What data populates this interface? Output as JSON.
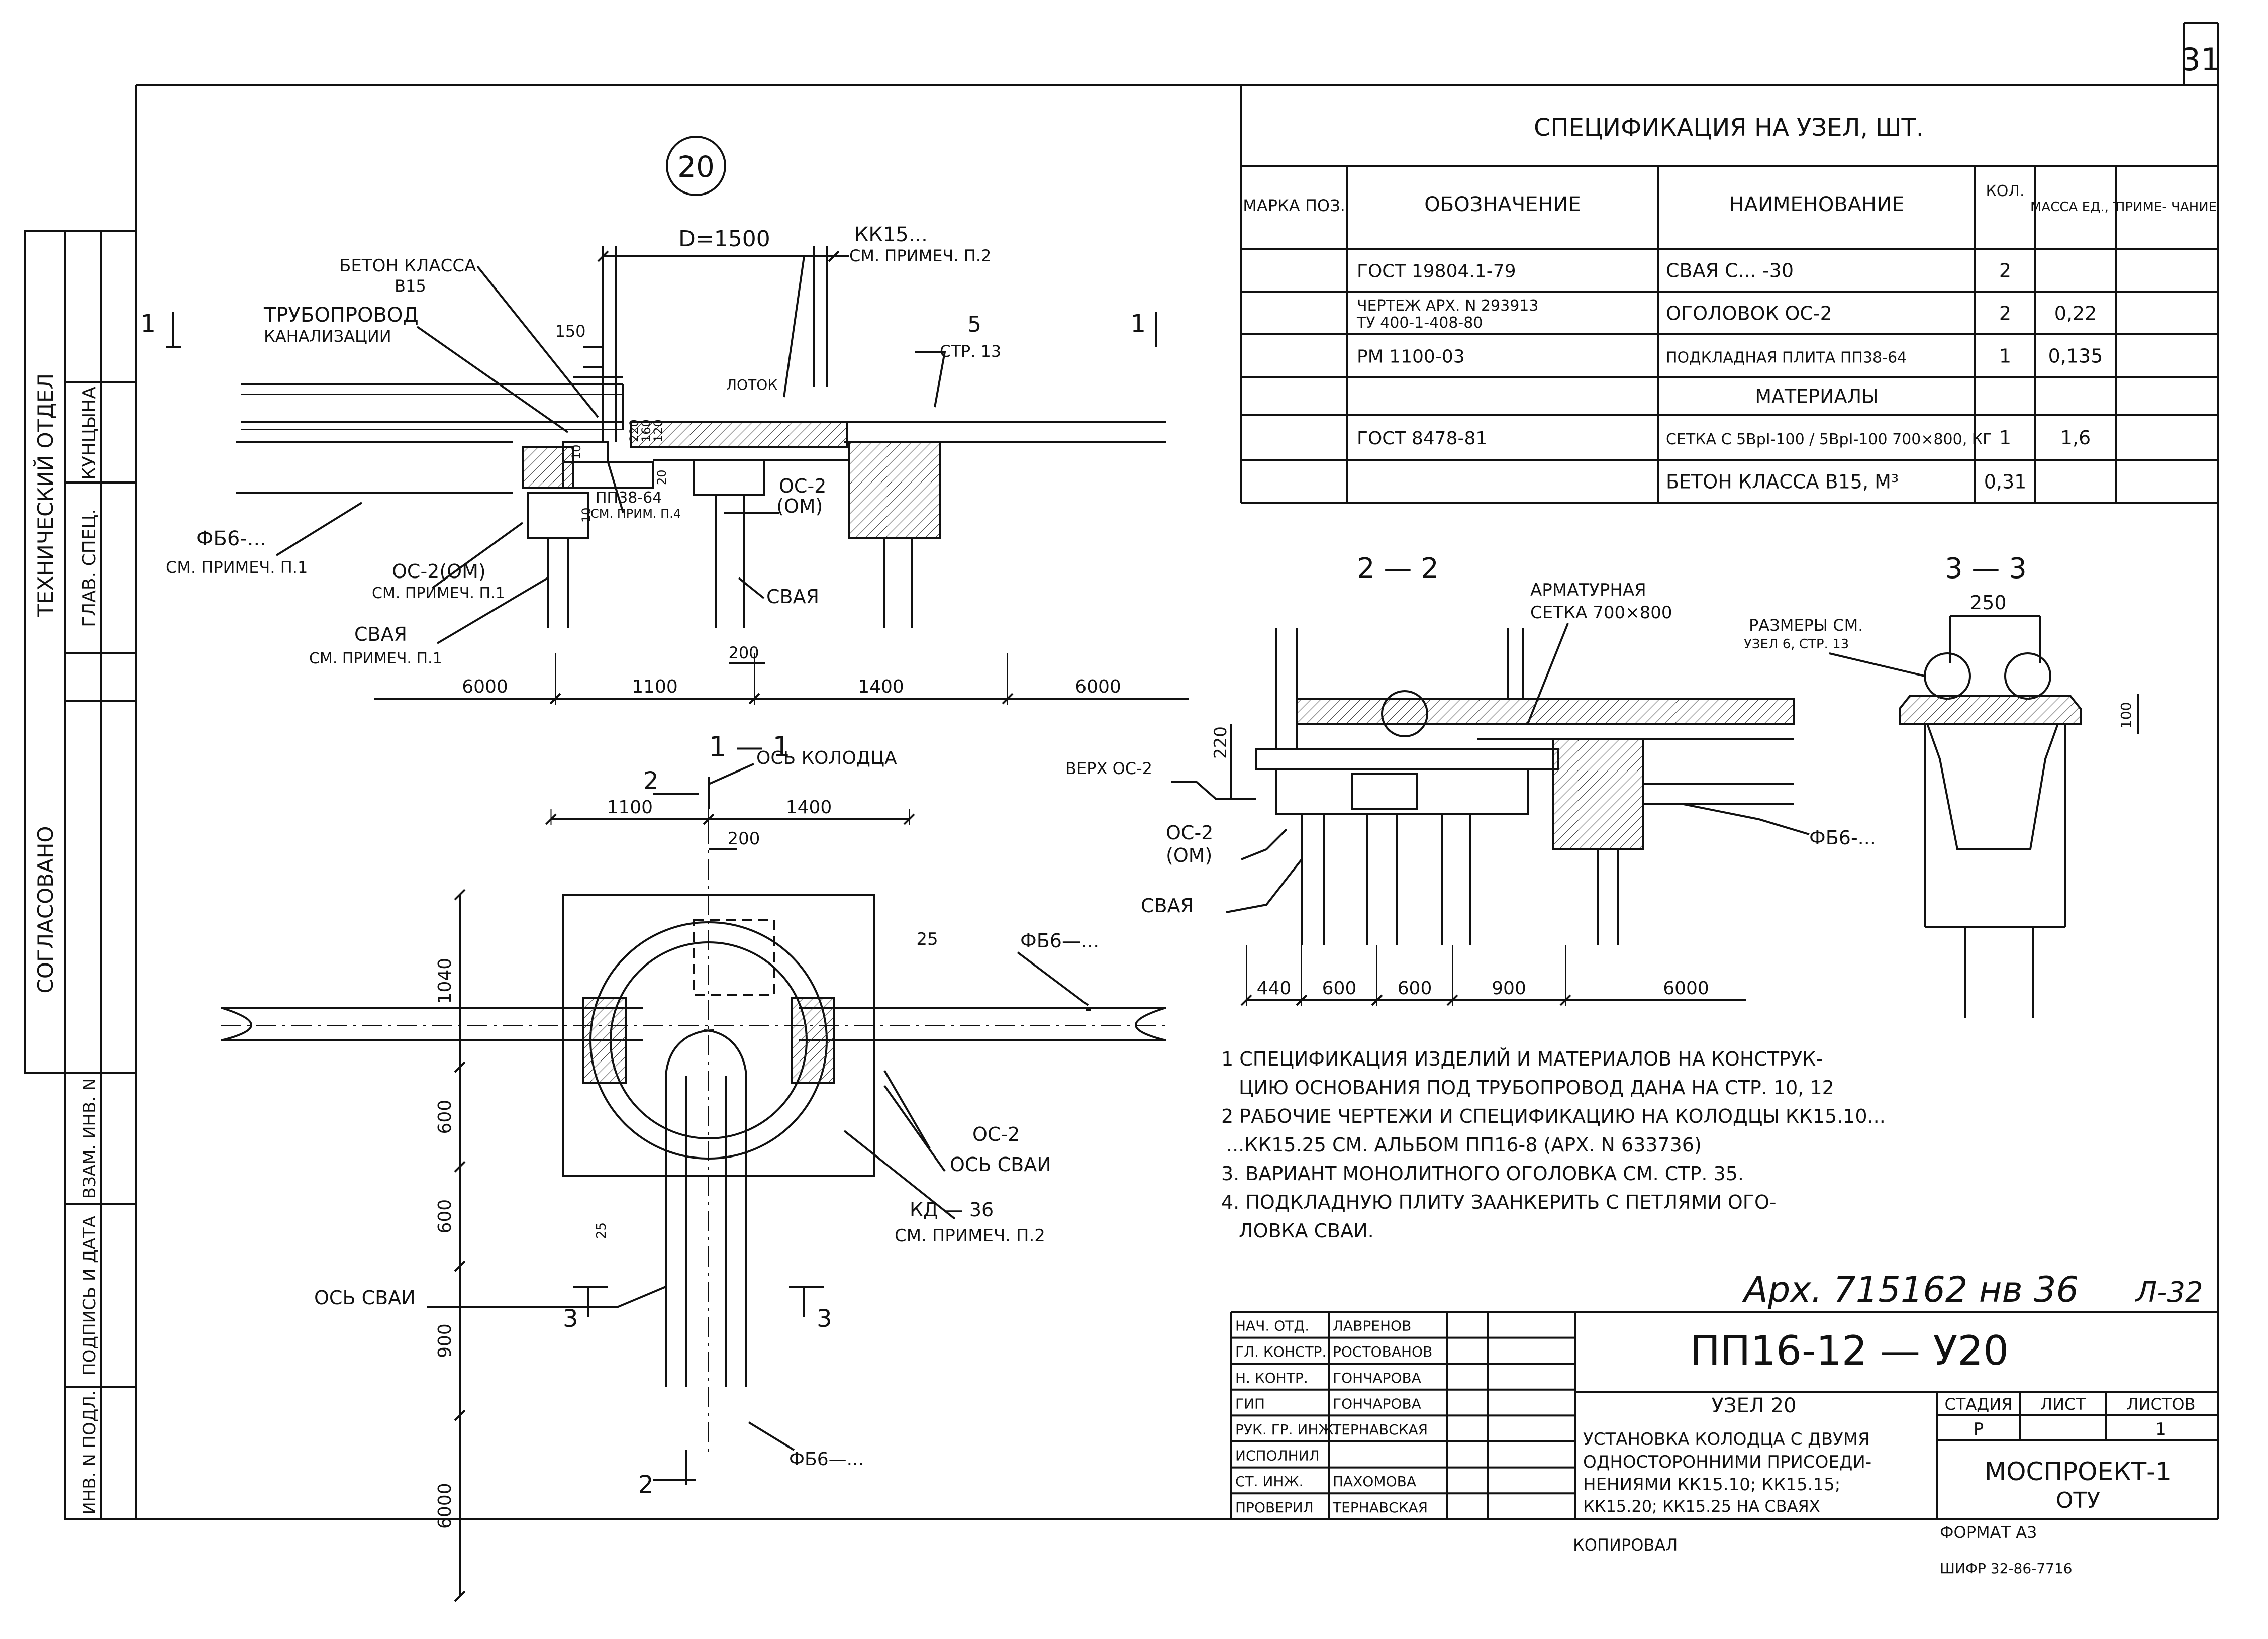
{
  "sheet": {
    "page_number": "31",
    "ink": "#111111"
  },
  "detail": {
    "mark": "20"
  },
  "plan_view": {
    "d_label": "D=1500",
    "well_ref": [
      "КК15...",
      "СМ. ПРИМЕЧ. П.2"
    ],
    "concrete_note": [
      "БЕТОН КЛАССА",
      "В15"
    ],
    "pipe_label": [
      "ТРУБОПРОВОД",
      "КАНАЛИЗАЦИИ"
    ],
    "section_mark": "1",
    "node_ref": [
      "5",
      "СТР. 13"
    ],
    "tray_label": "ЛОТОК",
    "plate_label": [
      "ПП38-64",
      "СМ. ПРИМ. П.4"
    ],
    "pile_head_left": [
      "ОС-2(ОМ)",
      "СМ. ПРИМЕЧ. П.1"
    ],
    "pile_left": [
      "СВАЯ",
      "СМ. ПРИМЕЧ. П.1"
    ],
    "pipe_ref": [
      "ФБ6-...",
      "СМ. ПРИМЕЧ. П.1"
    ],
    "pile_head": [
      "ОС-2",
      "(ОМ)"
    ],
    "pile": "СВАЯ",
    "dims_mm": {
      "d": 1500,
      "offset150": 150,
      "h220": 220,
      "h160": 160,
      "h120": 120,
      "h10a": 10,
      "h20": 20,
      "h10b": 10,
      "w200": 200
    },
    "span_labels": [
      "6000",
      "1100",
      "1400",
      "6000"
    ],
    "span_mm": [
      6000,
      1100,
      1400,
      6000
    ]
  },
  "section_1_1": {
    "title": "1 — 1",
    "axis_well": "ОСЬ КОЛОДЦА",
    "cut_marks": [
      "2",
      "2",
      "3",
      "3"
    ],
    "pipe_label": "ФБ6—...",
    "pipe_label_bottom": "ФБ6—...",
    "pile_head": "ОС-2",
    "pile_axis": "ОСЬ СВАИ",
    "ring_label": [
      "КД — 36",
      "СМ. ПРИМЕЧ. П.2"
    ],
    "pile_axis_left": "ОСЬ СВАИ",
    "top_dims": [
      "1100",
      "1400"
    ],
    "top_dims_mm": [
      1100,
      1400
    ],
    "center_dim": "200",
    "side_dim": "25",
    "vertical_dims": [
      "1040",
      "600",
      "600",
      "900",
      "6000"
    ],
    "vertical_dims_mm": [
      1040,
      600,
      600,
      900,
      6000
    ],
    "small_dim": "25"
  },
  "section_2_2": {
    "title": "2 — 2",
    "mesh_label": [
      "АРМАТУРНАЯ",
      "СЕТКА 700×800"
    ],
    "top_note": "ВЕРХ ОС-2",
    "h_dim": "220",
    "pile_head": [
      "ОС-2",
      "(ОМ)"
    ],
    "pile": "СВАЯ",
    "pipe": "ФБ6-...",
    "bottom_dims": [
      "440",
      "600",
      "600",
      "900",
      "6000"
    ],
    "bottom_dims_mm": [
      440,
      600,
      600,
      900,
      6000
    ]
  },
  "section_3_3": {
    "title": "3 — 3",
    "size_note": [
      "РАЗМЕРЫ СМ.",
      "УЗЕЛ 6, СТР. 13"
    ],
    "width_dim": "250",
    "h_dim": "100"
  },
  "spec_table": {
    "title": "СПЕЦИФИКАЦИЯ    НА УЗЕЛ, ШТ.",
    "headers": [
      "МАРКА ПОЗ.",
      "ОБОЗНАЧЕНИЕ",
      "НАИМЕНОВАНИЕ",
      "КОЛ.",
      "МАССА ЕД., Т",
      "ПРИМЕ- ЧАНИЕ"
    ],
    "rows": [
      {
        "mark": "",
        "code": [
          "ГОСТ 19804.1-79"
        ],
        "name": "СВАЯ С... -30",
        "qty": "2",
        "mass": "",
        "note": ""
      },
      {
        "mark": "",
        "code": [
          "ЧЕРТЕЖ АРХ. N 293913",
          "ТУ 400-1-408-80"
        ],
        "name": "ОГОЛОВОК ОС-2",
        "qty": "2",
        "mass": "0,22",
        "note": ""
      },
      {
        "mark": "",
        "code": [
          "РМ 1100-03"
        ],
        "name": "ПОДКЛАДНАЯ ПЛИТА ПП38-64",
        "qty": "1",
        "mass": "0,135",
        "note": ""
      },
      {
        "mark": "",
        "code": [
          ""
        ],
        "name": "МАТЕРИАЛЫ",
        "qty": "",
        "mass": "",
        "note": ""
      },
      {
        "mark": "",
        "code": [
          "ГОСТ 8478-81"
        ],
        "name": "СЕТКА С 5ВрI-100 / 5ВрI-100 700×800, КГ",
        "qty": "1",
        "mass": "1,6",
        "note": ""
      },
      {
        "mark": "",
        "code": [
          ""
        ],
        "name": "БЕТОН КЛАССА В15,  М³",
        "qty": "0,31",
        "mass": "",
        "note": ""
      }
    ]
  },
  "notes": [
    "1 СПЕЦИФИКАЦИЯ ИЗДЕЛИЙ И МАТЕРИАЛОВ НА КОНСТРУК-",
    "ЦИЮ ОСНОВАНИЯ ПОД ТРУБОПРОВОД ДАНА НА СТР. 10, 12",
    "2 РАБОЧИЕ ЧЕРТЕЖИ И СПЕЦИФИКАЦИЮ НА КОЛОДЦЫ КК15.10...",
    "...КК15.25   СМ. АЛЬБОМ ПП16-8  (АРХ. N 633736)",
    "3. ВАРИАНТ МОНОЛИТНОГО ОГОЛОВКА  СМ. СТР. 35.",
    "4. ПОДКЛАДНУЮ ПЛИТУ ЗААНКЕРИТЬ С ПЕТЛЯМИ ОГО-",
    "ЛОВКА СВАИ."
  ],
  "archive": {
    "number": "Арх. 715162 нв 36",
    "sheet_ref": "Л-32"
  },
  "left_strip": {
    "dept": "ТЕХНИЧЕСКИЙ  ОТДЕЛ",
    "roles": [
      "КУНЦЫНА",
      "ГЛАВ. СПЕЦ."
    ],
    "agreed": "СОГЛАСОВАНО",
    "stamps": [
      "ВЗАМ. ИНВ. N",
      "ПОДПИСЬ И ДАТА",
      "ИНВ. N ПОДЛ."
    ]
  },
  "title_block": {
    "roles": [
      "НАЧ. ОТД.",
      "ГЛ. КОНСТР.",
      "Н. КОНТР.",
      "ГИП",
      "РУК. ГР. ИНЖ.",
      "ИСПОЛНИЛ",
      "СТ. ИНЖ.",
      "ПРОВЕРИЛ"
    ],
    "names": [
      "ЛАВРЕНОВ",
      "РОСТОВАНОВ",
      "ГОНЧАРОВА",
      "ГОНЧАРОВА",
      "ТЕРНАВСКАЯ",
      "",
      "ПАХОМОВА",
      "ТЕРНАВСКАЯ"
    ],
    "doc_code": "ПП16-12 — У20",
    "node": "УЗЕЛ 20",
    "description": [
      "УСТАНОВКА КОЛОДЦА С ДВУМЯ",
      "ОДНОСТОРОННИМИ ПРИСОЕДИ-",
      "НЕНИЯМИ КК15.10; КК15.15;",
      "КК15.20; КК15.25  НА СВАЯХ"
    ],
    "stage_header": "СТАДИЯ",
    "sheet_header": "ЛИСТ",
    "sheets_header": "ЛИСТОВ",
    "stage": "Р",
    "sheet_no": "",
    "sheets": "1",
    "org": [
      "МОСПРОЕКТ-1",
      "ОТУ"
    ],
    "copied": "КОПИРОВАЛ",
    "format": "ФОРМАТ А3",
    "cipher": "ШИФР 32-86-7716"
  }
}
